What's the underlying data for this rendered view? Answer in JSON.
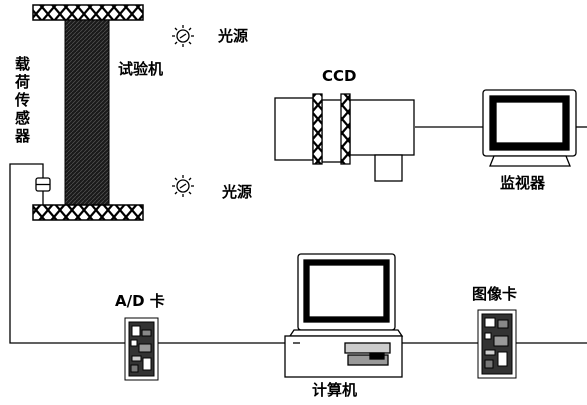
{
  "labels": {
    "load_cell": "载荷传感器",
    "tester": "试验机",
    "light_top": "光源",
    "light_bottom": "光源",
    "ccd": "CCD",
    "monitor": "监视器",
    "ad_card": "A/D 卡",
    "image_card": "图像卡",
    "computer": "计算机"
  }
}
